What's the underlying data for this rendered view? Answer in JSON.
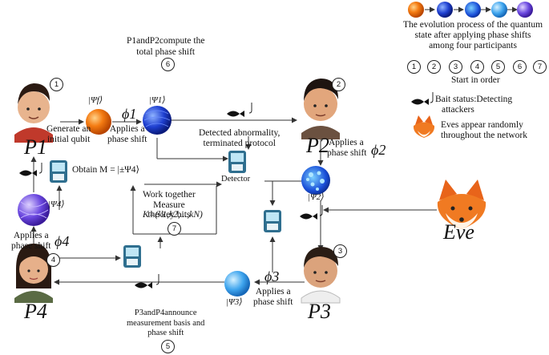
{
  "legend": {
    "evolution_text": [
      "The evolution process of the quantum",
      "state after applying phase shifts",
      "among four participants"
    ],
    "order_numbers": [
      "1",
      "2",
      "3",
      "4",
      "5",
      "6",
      "7"
    ],
    "order_text": "Start in order",
    "bait_text": [
      "Bait status:Detecting",
      "attackers"
    ],
    "eve_text": [
      "Eves appear randomly",
      "throughout the network"
    ]
  },
  "participants": {
    "p1": "P1",
    "p2": "P2",
    "p3": "P3",
    "p4": "P4",
    "eve": "Eve"
  },
  "steps": {
    "s1": "1",
    "s2": "2",
    "s3": "3",
    "s4": "4",
    "s5": "5",
    "s6": "6",
    "s7": "7"
  },
  "labels": {
    "top_compute": [
      "P1andP2compute the",
      "total phase shift"
    ],
    "generate": [
      "Generate an",
      "initial qubit"
    ],
    "applies_phase_1": [
      "Applies a",
      "phase shift"
    ],
    "phi1": "ϕ1",
    "psi_f": "|Ψf⟩",
    "psi_1": "|Ψ1⟩",
    "detected": [
      "Detected abnormality,",
      "terminated protocol"
    ],
    "applies_phase_2": [
      "Applies a",
      "phase shift"
    ],
    "phi2": "ϕ2",
    "psi_2": "|Ψ2⟩",
    "detector": "Detector",
    "obtain": "Obtain  M = |±Ψ4⟩",
    "psi_4": "|Ψ4⟩",
    "work_together": [
      "Work together",
      "Measure",
      "the key bits"
    ],
    "key_formula": "K=(k1,k2,...,kN)",
    "applies_phase_4": [
      "Applies a",
      "phase shift"
    ],
    "phi4": "ϕ4",
    "phi3": "ϕ3",
    "psi_3": "|Ψ3⟩",
    "applies_phase_3": [
      "Applies a",
      "phase shift"
    ],
    "announce": [
      "P3andP4announce",
      "measurement basis and",
      "phase shift"
    ]
  }
}
